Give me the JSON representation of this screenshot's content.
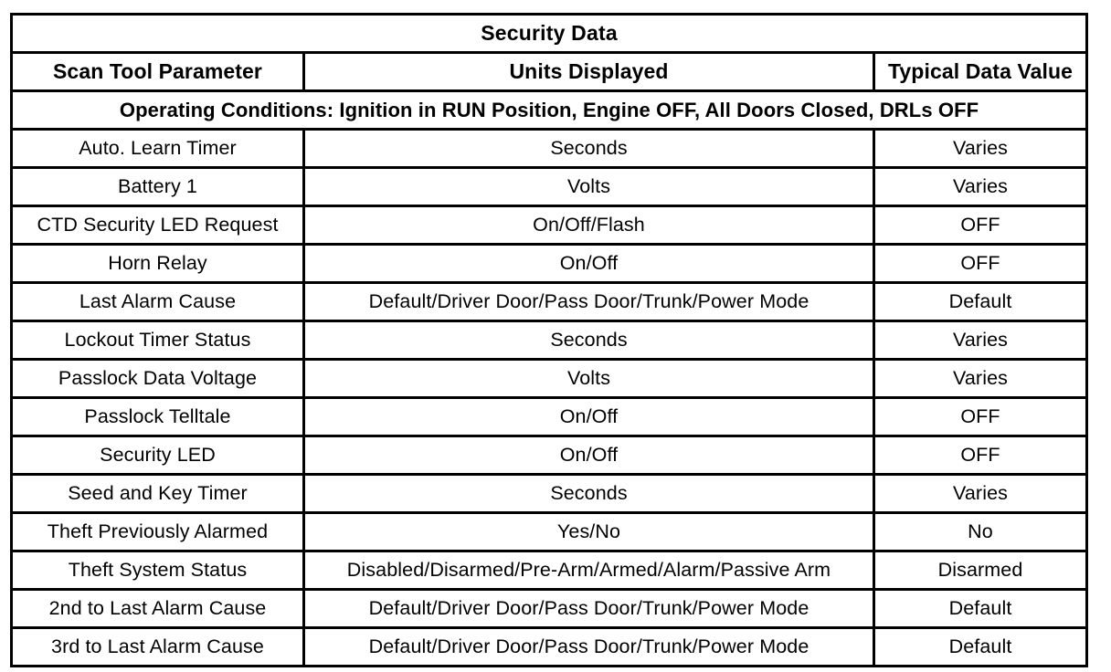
{
  "table": {
    "title": "Security Data",
    "column_headers": [
      "Scan Tool Parameter",
      "Units Displayed",
      "Typical Data Value"
    ],
    "operating_conditions": "Operating Conditions: Ignition in RUN Position, Engine OFF, All Doors Closed, DRLs OFF",
    "rows": [
      {
        "parameter": "Auto. Learn Timer",
        "units": "Seconds",
        "value": "Varies"
      },
      {
        "parameter": "Battery 1",
        "units": "Volts",
        "value": "Varies"
      },
      {
        "parameter": "CTD Security LED Request",
        "units": "On/Off/Flash",
        "value": "OFF"
      },
      {
        "parameter": "Horn Relay",
        "units": "On/Off",
        "value": "OFF"
      },
      {
        "parameter": "Last Alarm Cause",
        "units": "Default/Driver Door/Pass Door/Trunk/Power Mode",
        "value": "Default"
      },
      {
        "parameter": "Lockout Timer Status",
        "units": "Seconds",
        "value": "Varies"
      },
      {
        "parameter": "Passlock Data Voltage",
        "units": "Volts",
        "value": "Varies"
      },
      {
        "parameter": "Passlock Telltale",
        "units": "On/Off",
        "value": "OFF"
      },
      {
        "parameter": "Security LED",
        "units": "On/Off",
        "value": "OFF"
      },
      {
        "parameter": "Seed and Key Timer",
        "units": "Seconds",
        "value": "Varies"
      },
      {
        "parameter": "Theft Previously Alarmed",
        "units": "Yes/No",
        "value": "No"
      },
      {
        "parameter": "Theft System Status",
        "units": "Disabled/Disarmed/Pre-Arm/Armed/Alarm/Passive Arm",
        "value": "Disarmed"
      },
      {
        "parameter": "2nd to Last Alarm Cause",
        "units": "Default/Driver Door/Pass Door/Trunk/Power Mode",
        "value": "Default"
      },
      {
        "parameter": "3rd to Last Alarm Cause",
        "units": "Default/Driver Door/Pass Door/Trunk/Power Mode",
        "value": "Default"
      }
    ]
  },
  "colors": {
    "border": "#000000",
    "background": "#ffffff",
    "text": "#000000"
  }
}
